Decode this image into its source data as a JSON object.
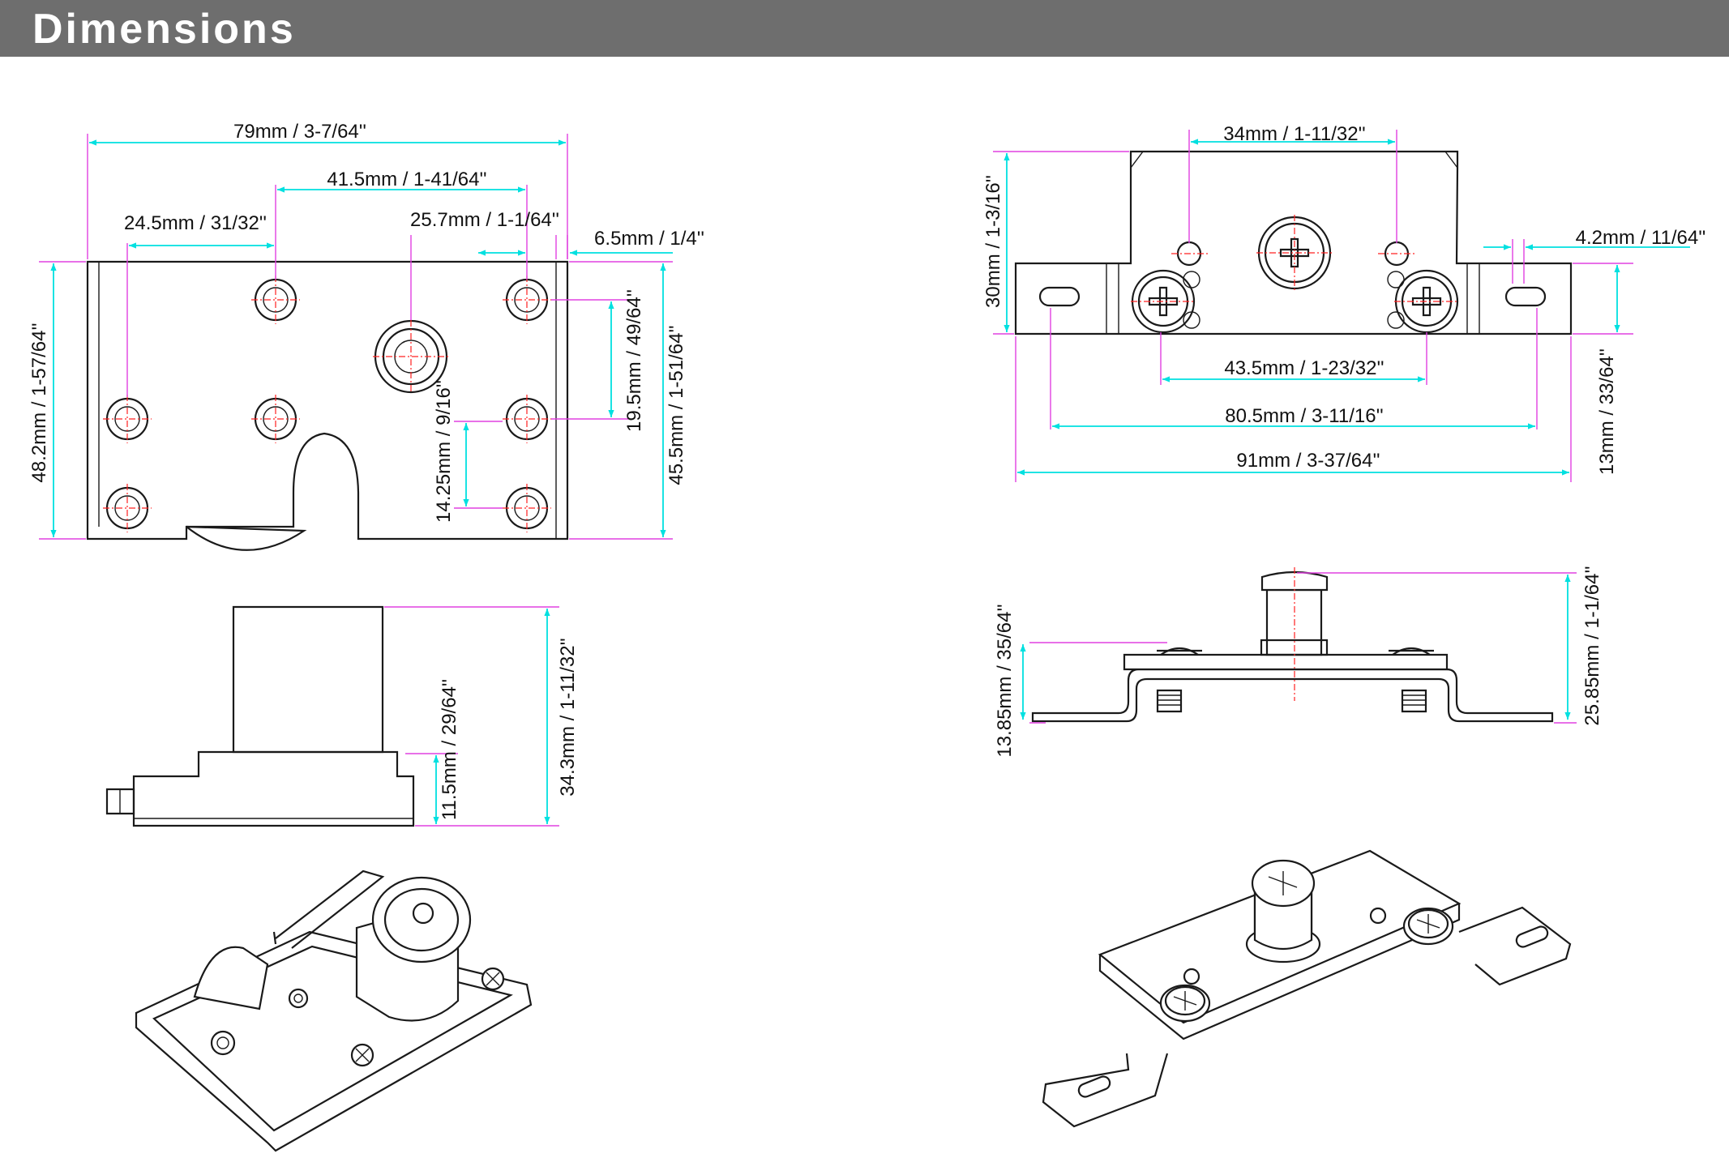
{
  "header": {
    "title": "Dimensions"
  },
  "colors": {
    "header_bg": "#6e6e6e",
    "dimension_line": "#00e0e0",
    "extension_line": "#e040e0",
    "center_line": "#ff2020",
    "outline": "#1a1a1a"
  },
  "views": {
    "top_left": {
      "overall_width": "79mm / 3-7/64''",
      "hole_span": "41.5mm / 1-41/64''",
      "left_offset": "24.5mm / 31/32''",
      "cylinder_offset": "25.7mm / 1-1/64''",
      "edge_offset": "6.5mm / 1/4''",
      "overall_height": "48.2mm / 1-57/64''",
      "hole_pitch": "19.5mm / 49/64''",
      "inner_height": "45.5mm / 1-51/64''",
      "slot_offset": "14.25mm / 9/16''"
    },
    "side_left": {
      "base_height": "11.5mm / 29/64''",
      "total_height": "34.3mm / 1-11/32''"
    },
    "top_right": {
      "screw_span": "34mm / 1-11/32''",
      "body_height": "30mm / 1-3/16''",
      "tab_offset": "4.2mm / 11/64''",
      "mount_span": "43.5mm / 1-23/32''",
      "slot_span": "80.5mm / 3-11/16''",
      "overall_width": "91mm / 3-37/64''",
      "tab_height": "13mm / 33/64''"
    },
    "side_right": {
      "plate_height": "13.85mm / 35/64''",
      "total_height": "25.85mm / 1-1/64''"
    }
  }
}
